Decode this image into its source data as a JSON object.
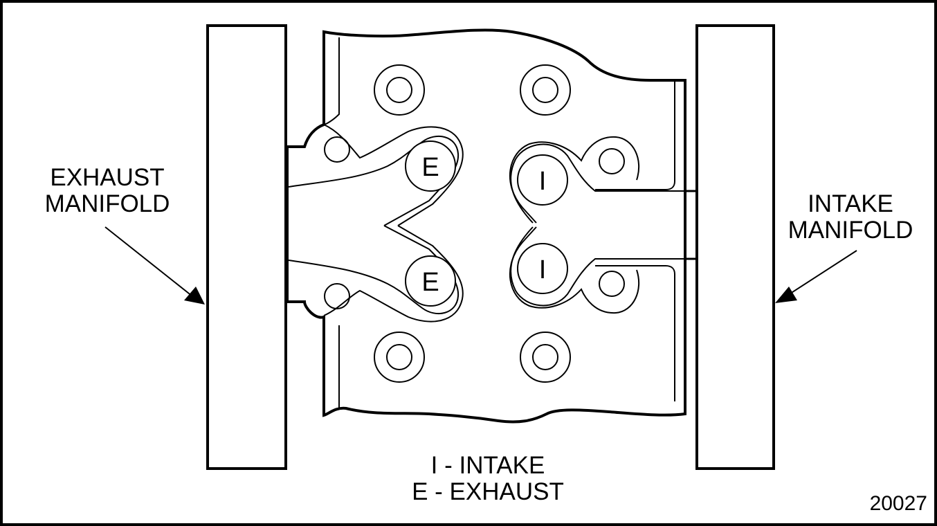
{
  "labels": {
    "exhaust_manifold_line1": "EXHAUST",
    "exhaust_manifold_line2": "MANIFOLD",
    "intake_manifold_line1": "INTAKE",
    "intake_manifold_line2": "MANIFOLD",
    "legend_intake": "I - INTAKE",
    "legend_exhaust": "E - EXHAUST",
    "figure_number": "20027"
  },
  "ports": {
    "exhaust_top": "E",
    "exhaust_bottom": "E",
    "intake_top": "I",
    "intake_bottom": "I"
  },
  "colors": {
    "line": "#000000",
    "background": "#ffffff"
  }
}
